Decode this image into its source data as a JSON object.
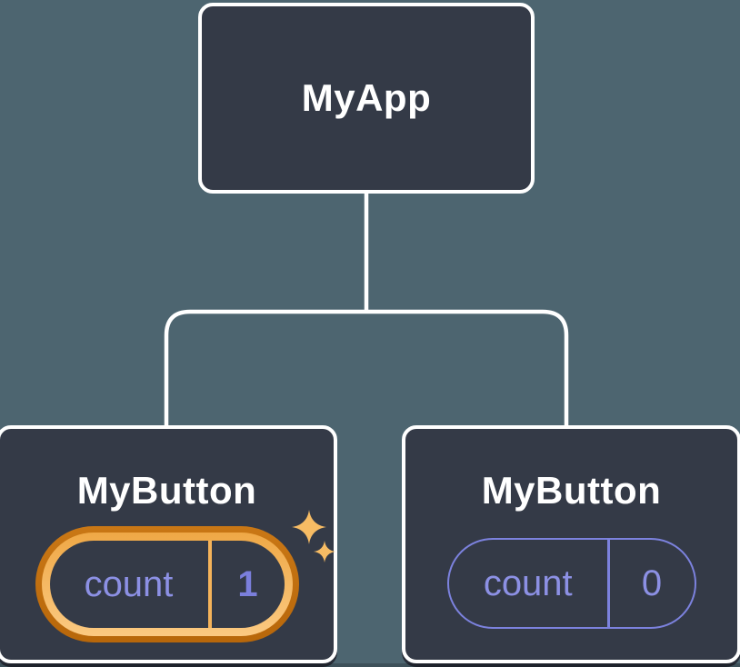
{
  "diagram": {
    "type": "component-tree",
    "background_color": "#4D6570",
    "node_fill_color": "#343A47",
    "node_border_color": "#FFFFFF",
    "connector_color": "#FFFFFF"
  },
  "tree": {
    "root": {
      "title": "MyApp"
    },
    "children": [
      {
        "title": "MyButton",
        "state_label": "count",
        "state_value": "1",
        "highlighted": true,
        "highlight_outer_color": "#C2720F",
        "highlight_inner_color": "#F9BC63",
        "icon": "sparkles-icon"
      },
      {
        "title": "MyButton",
        "state_label": "count",
        "state_value": "0",
        "highlighted": false,
        "pill_border_color": "#7C82DE"
      }
    ]
  },
  "colors": {
    "state_label_text": "#8C90E4",
    "state_value_text": "#7B7FDC",
    "sparkle": "#F7BC64"
  }
}
